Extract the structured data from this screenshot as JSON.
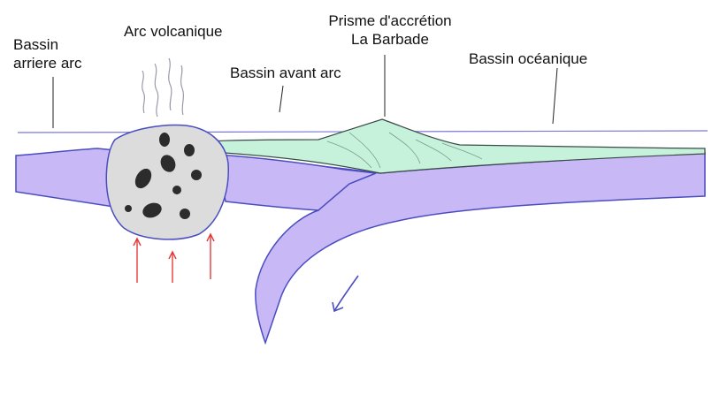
{
  "labels": {
    "back_arc_basin": [
      "Bassin",
      "arriere arc"
    ],
    "volcanic_arc": "Arc volcanique",
    "accretion_prism": [
      "Prisme d'accrétion",
      "La Barbade"
    ],
    "fore_arc_basin": "Bassin avant arc",
    "oceanic_basin": "Bassin océanique"
  },
  "colors": {
    "crust_fill": "#c8b8f5",
    "crust_stroke": "#4a4dc0",
    "prism_fill": "#c6f2dc",
    "volcano_fill": "#dcdcdc",
    "volcano_dots": "#2c2c2c",
    "arrows": "#e23a3a",
    "steam": "#8a8a9a",
    "sea_level": "#7b78d8"
  },
  "icons": {
    "steam": "steam-wisps",
    "heat_arrows": "upward-arrow",
    "subduction_direction": "curved-arrow"
  }
}
